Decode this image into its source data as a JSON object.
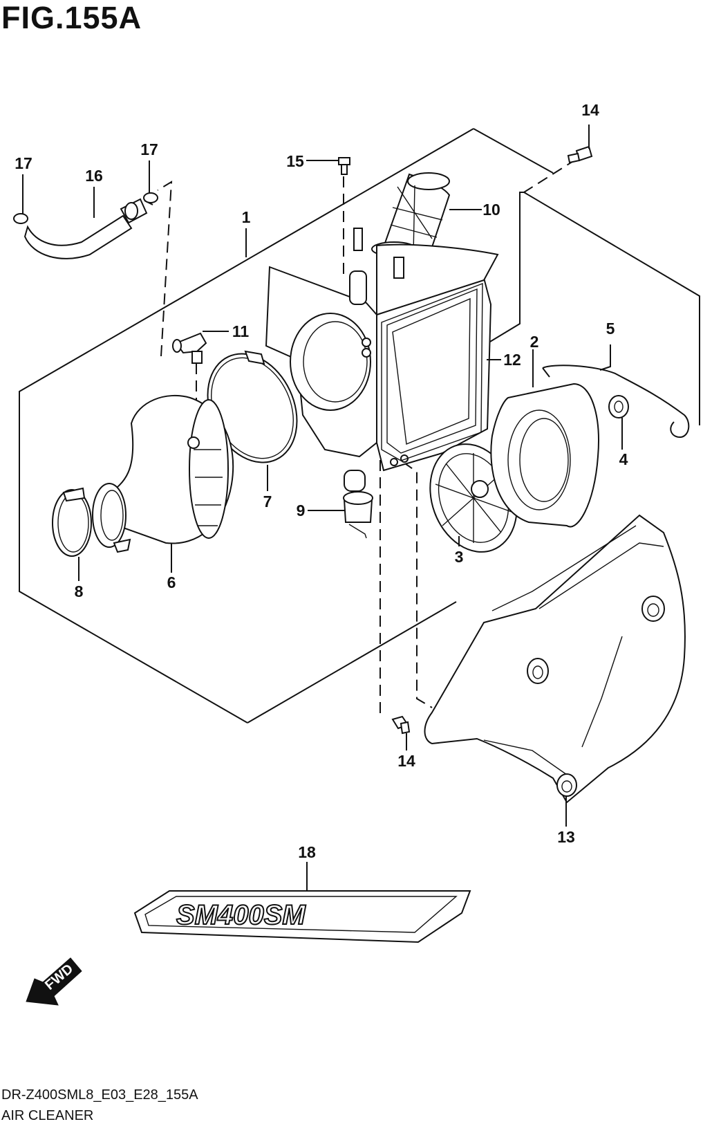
{
  "figure": {
    "title": "FIG.155A",
    "model_code": "DR-Z400SML8_E03_E28_155A",
    "section_name": "AIR CLEANER"
  },
  "callouts": [
    {
      "id": "c1",
      "text": "1"
    },
    {
      "id": "c2",
      "text": "2"
    },
    {
      "id": "c3",
      "text": "3"
    },
    {
      "id": "c4",
      "text": "4"
    },
    {
      "id": "c5",
      "text": "5"
    },
    {
      "id": "c6",
      "text": "6"
    },
    {
      "id": "c7",
      "text": "7"
    },
    {
      "id": "c8",
      "text": "8"
    },
    {
      "id": "c9",
      "text": "9"
    },
    {
      "id": "c10",
      "text": "10"
    },
    {
      "id": "c11",
      "text": "11"
    },
    {
      "id": "c12",
      "text": "12"
    },
    {
      "id": "c13",
      "text": "13"
    },
    {
      "id": "c14a",
      "text": "14"
    },
    {
      "id": "c14b",
      "text": "14"
    },
    {
      "id": "c15",
      "text": "15"
    },
    {
      "id": "c16",
      "text": "16"
    },
    {
      "id": "c17a",
      "text": "17"
    },
    {
      "id": "c17b",
      "text": "17"
    },
    {
      "id": "c18",
      "text": "18"
    }
  ],
  "direction_marker": {
    "text": "FWD",
    "icon": "arrow-forward-icon"
  },
  "decal_logo": {
    "text": "SM400SM"
  }
}
